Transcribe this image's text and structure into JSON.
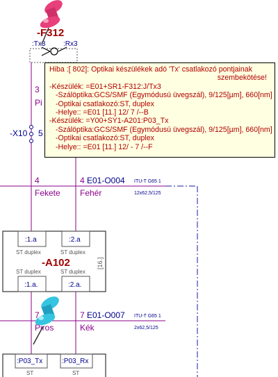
{
  "components": {
    "top_device": {
      "ref": "-F312",
      "port_tx": ":Tx3",
      "port_rx": ":Rx3"
    },
    "upper_conn": {
      "num": "3",
      "color_left": "Pi"
    },
    "connector_x10": {
      "ref": "-X10",
      "pin": "5"
    },
    "cable1": {
      "left_num": "4",
      "right_num": "4",
      "name": "E01-O004",
      "type": "ITU-T G65 1",
      "spec": "12x62,5/125",
      "left_color": "Fekete",
      "right_color": "Fehér"
    },
    "panel": {
      "ref": "-A102",
      "side_label": "[16.]",
      "top_ports": [
        ":1.a",
        ":2.a"
      ],
      "bottom_ports": [
        ":1.a.",
        ":2.a."
      ],
      "port_type": "ST duplex"
    },
    "cable2": {
      "left_num": "7",
      "right_num": "7",
      "name": "E01-O007",
      "type": "ITU-T G65 1",
      "spec": "2x62,5/125",
      "left_color": "Piros",
      "right_color": "Kék"
    },
    "bottom_device": {
      "ports": [
        ":P03_Tx",
        ":P03_Rx"
      ],
      "port_type": "ST"
    }
  },
  "tooltip": {
    "title": "Hiba  :[ 802]: Optikai készülékek adó 'Tx' csatlakozó pontjainak",
    "title_cont": "szembekötése!",
    "dev1_label": "-Készülék: =E01+SR1-F312:J/Tx3",
    "dev1_fiber": "-Szálöptika:GCS/SMF (Egymódusú üvegszál), 9/125[µm], 660[nm]",
    "dev1_conn": "-Optikai csatlakozó:ST, duplex",
    "dev1_loc": "-Helye:: =E01 [11.]  12/   7  /--B",
    "dev2_label": "-Készülék: =Y00+SY1-A201:P03_Tx",
    "dev2_fiber": "-Szálöptika:GCS/SMF (Egymódusú üvegszál), 9/125[µm], 660[nm]",
    "dev2_conn": "-Optikai csatlakozó:ST, duplex",
    "dev2_loc": "-Helye:: =E01 [11.]  12/ - 7  /--F"
  },
  "colors": {
    "wire": "#8b008b",
    "dark": "#a00000",
    "blue": "#00008b",
    "dash": "#1a1aa0",
    "pin_pink": "#e8407a",
    "pin_cyan": "#35c5e0",
    "tooltip_bg": "#ffffe1"
  }
}
